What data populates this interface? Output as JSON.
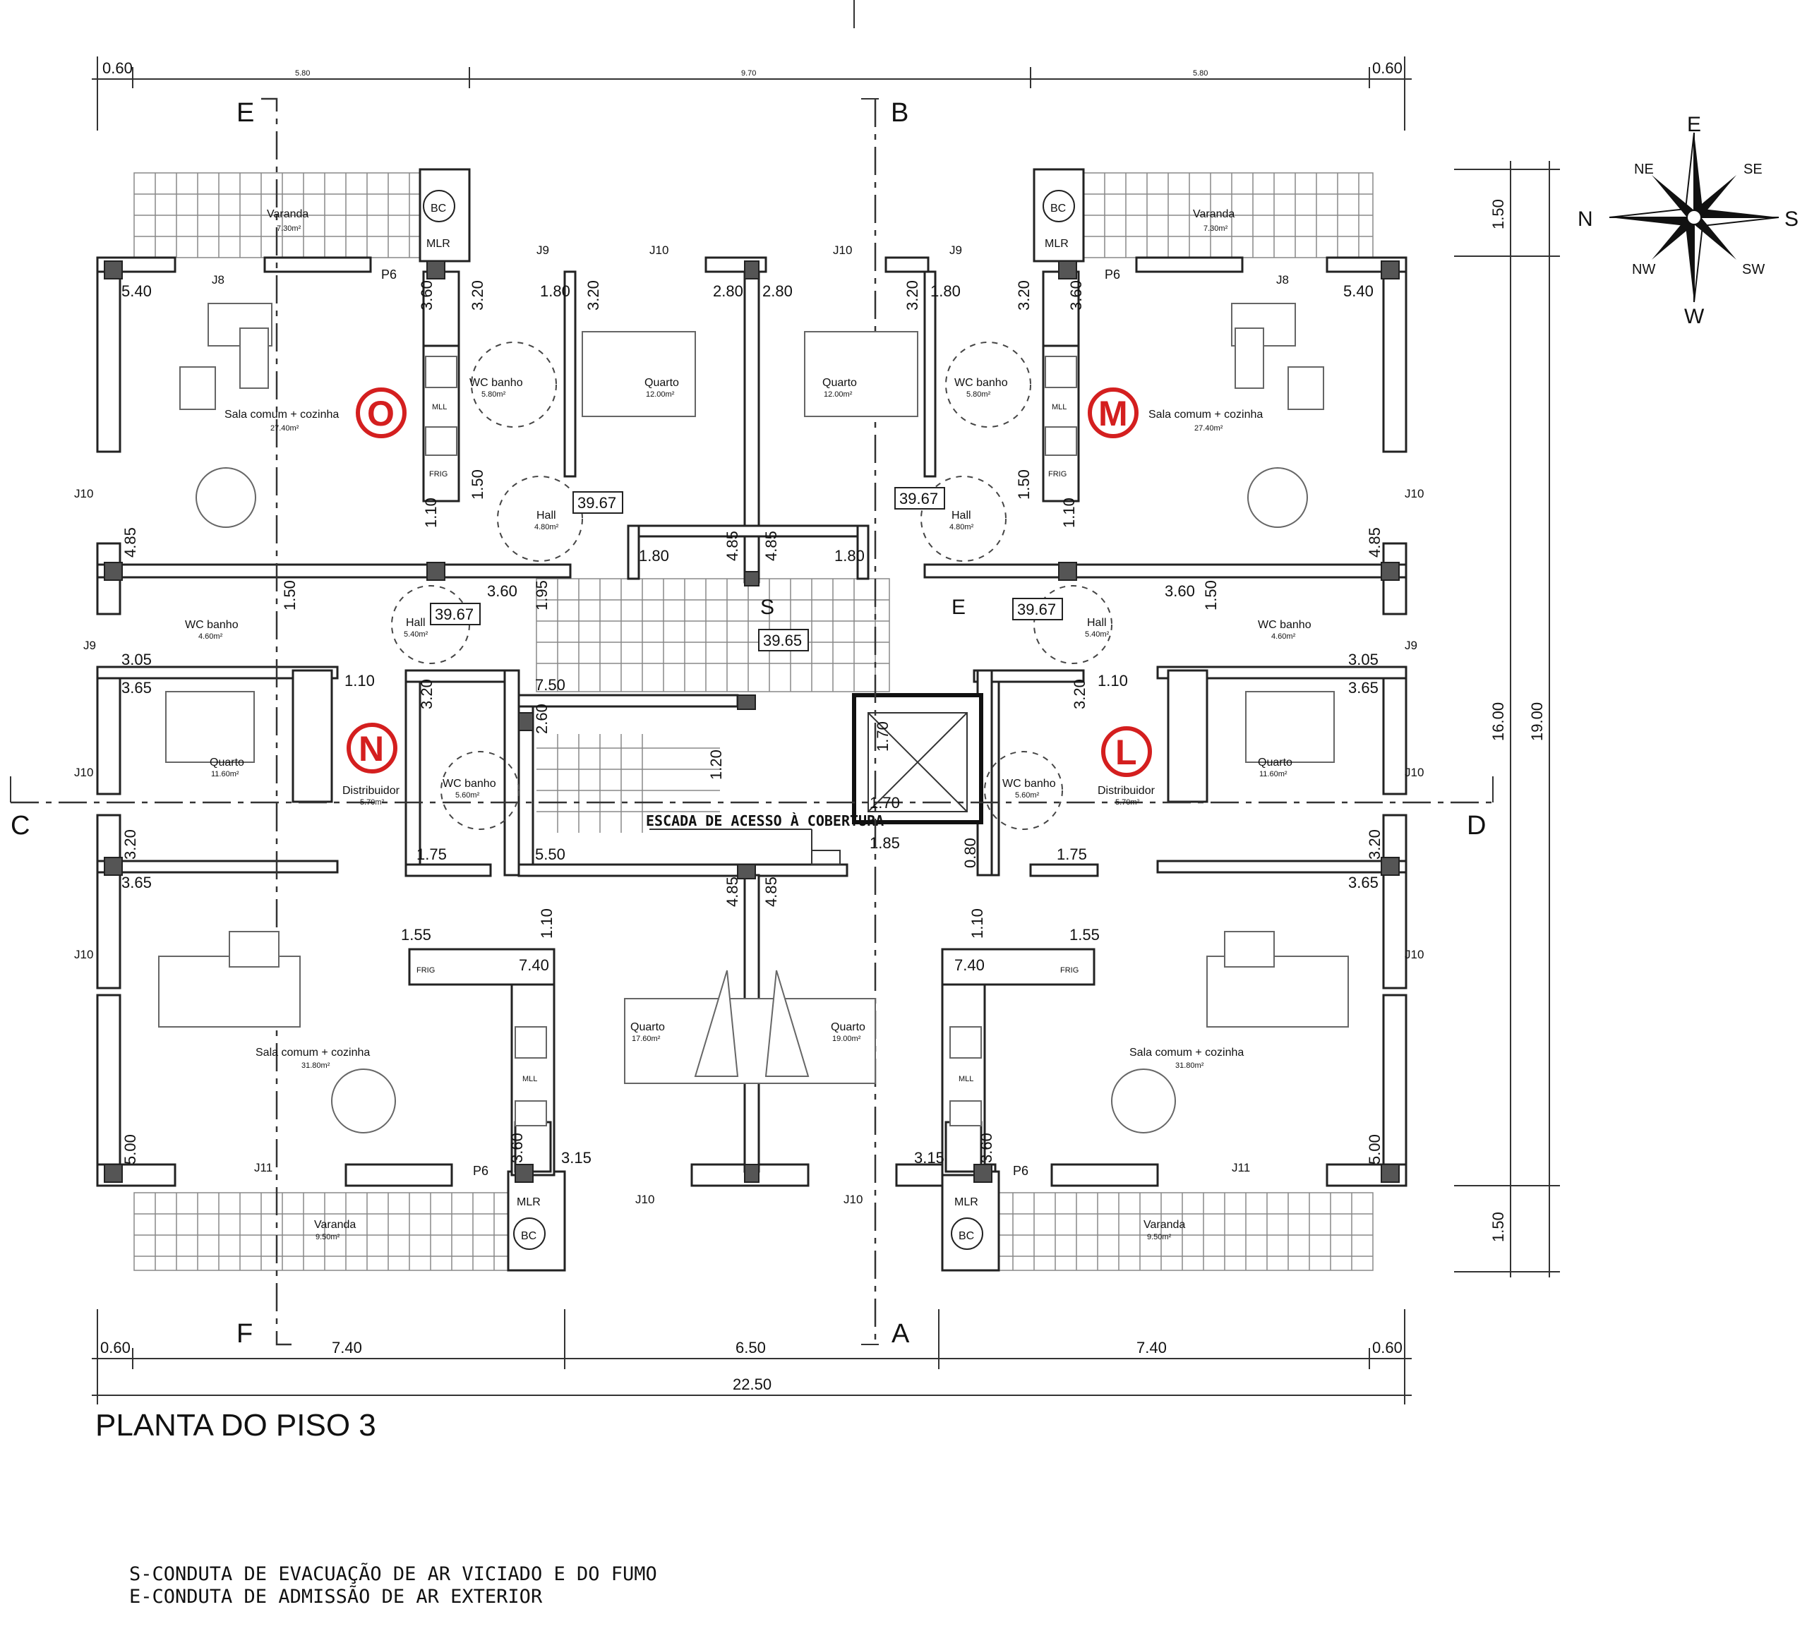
{
  "title": "PLANTA DO PISO 3",
  "legend": {
    "line1": "S-CONDUTA DE EVACUAÇÃO DE AR VICIADO E DO FUMO",
    "line2": "E-CONDUTA DE ADMISSÃO DE AR EXTERIOR"
  },
  "compass": {
    "n": "N",
    "ne": "NE",
    "e": "E",
    "se": "SE",
    "s": "S",
    "sw": "SW",
    "w": "W",
    "nw": "NW"
  },
  "section_marks": {
    "a": "A",
    "b": "B",
    "c": "C",
    "d": "D",
    "e": "E",
    "f": "F"
  },
  "units": {
    "o": "O",
    "m": "M",
    "n": "N",
    "l": "L"
  },
  "common": {
    "area_3967": "39.67",
    "area_3965": "39.65",
    "duct_s": "S",
    "duct_e": "E",
    "stair": "ESCADA DE ACESSO À COBERTURA"
  },
  "rooms": {
    "varanda": "Varanda",
    "v730": "7.30m²",
    "v950": "9.50m²",
    "sala": "Sala comum + cozinha",
    "s2740": "27.40m²",
    "s3180": "31.80m²",
    "wc": "WC banho",
    "wc580": "5.80m²",
    "wc460": "4.60m²",
    "wc560": "5.60m²",
    "quarto": "Quarto",
    "q1200": "12.00m²",
    "q1160": "11.60m²",
    "q1760": "17.60m²",
    "q1900": "19.00m²",
    "hall": "Hall",
    "h480": "4.80m²",
    "h540": "5.40m²",
    "distrib": "Distribuidor",
    "d570": "5.70m²"
  },
  "fixtures": {
    "bc": "BC",
    "mlr": "MLR",
    "mll": "MLL",
    "frig": "FRIG",
    "p6": "P6",
    "j8": "J8",
    "j9": "J9",
    "j10": "J10",
    "j11": "J11"
  },
  "dims": {
    "d060": "0.60",
    "d580": "5.80",
    "d970": "9.70",
    "d740": "7.40",
    "d650": "6.50",
    "d2250": "22.50",
    "d150": "1.50",
    "d1600": "16.00",
    "d1900": "19.00",
    "d540": "5.40",
    "d360": "3.60",
    "d320": "3.20",
    "d180": "1.80",
    "d280": "2.80",
    "d110": "1.10",
    "d485": "4.85",
    "d195": "1.95",
    "d305": "3.05",
    "d365": "3.65",
    "d750": "7.50",
    "d260": "2.60",
    "d120": "1.20",
    "d170": "1.70",
    "d185": "1.85",
    "d080": "0.80",
    "d175": "1.75",
    "d550": "5.50",
    "d155": "1.55",
    "d315": "3.15",
    "d500": "5.00"
  }
}
